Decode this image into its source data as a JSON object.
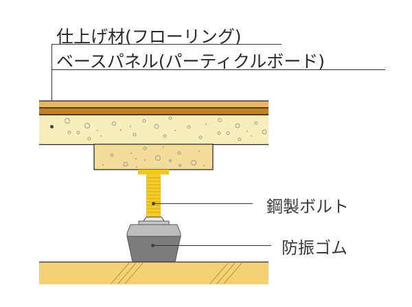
{
  "labels": {
    "finish_material": "仕上げ材(フローリング)",
    "base_panel": "ベースパネル(パーティクルボード)",
    "steel_bolt": "鋼製ボルト",
    "anti_vibration_rubber": "防振ゴム"
  },
  "colors": {
    "flooring_light": "#e9b56c",
    "flooring_dark": "#c2811f",
    "flooring_line": "#5a3a2a",
    "particle_board": "#f6efbd",
    "support_block": "#f3dc9a",
    "bolt": "#f2cc2a",
    "rubber_dark": "#7c7c7c",
    "rubber_light": "#bdbdbd",
    "slab": "#f2d275",
    "leader_line": "#333333"
  }
}
